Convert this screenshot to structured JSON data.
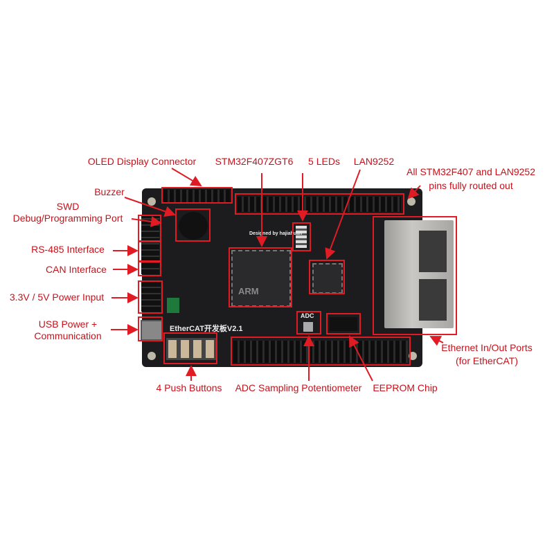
{
  "labels": {
    "oled": "OLED Display Connector",
    "mcu": "STM32F407ZGT6",
    "leds": "5 LEDs",
    "lan": "LAN9252",
    "pins_line1": "All STM32F407 and LAN9252",
    "pins_line2": "pins fully routed out",
    "buzzer": "Buzzer",
    "swd_line1": "SWD",
    "swd_line2": "Debug/Programming Port",
    "rs485": "RS-485 Interface",
    "can": "CAN Interface",
    "power": "3.3V / 5V Power Input",
    "usb_line1": "USB Power +",
    "usb_line2": "Communication",
    "ethernet_line1": "Ethernet In/Out Ports",
    "ethernet_line2": "(for EtherCAT)",
    "buttons": "4 Push Buttons",
    "adc": "ADC Sampling Potentiometer",
    "eeprom": "EEPROM Chip"
  },
  "board": {
    "silkscreen_title": "EtherCAT开发板V2.1",
    "adc_silk": "ADC",
    "designer": "Designed by hajiahuan",
    "chip_brand": "ARM"
  },
  "colors": {
    "annotation": "#e01b24",
    "text": "#c8101a",
    "board": "#1c1c1e"
  }
}
